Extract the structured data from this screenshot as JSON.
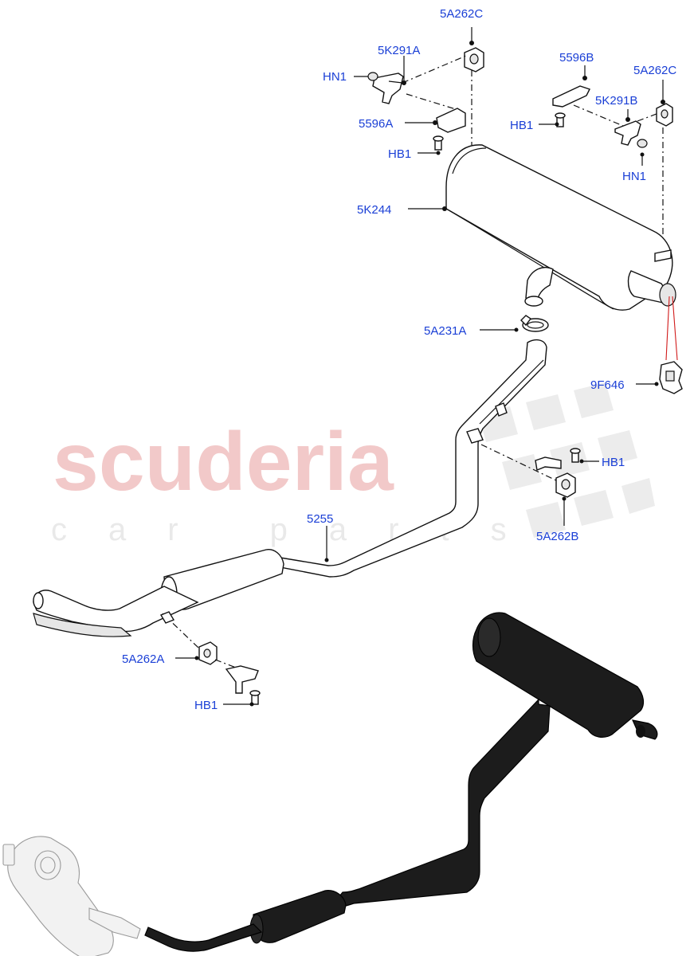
{
  "watermark": {
    "brand": "scuderia",
    "tagline": "car parts"
  },
  "callouts": {
    "c_5A262C_top": "5A262C",
    "c_5K291A": "5K291A",
    "c_HN1_left": "HN1",
    "c_5596A": "5596A",
    "c_HB1_top_left": "HB1",
    "c_5596B": "5596B",
    "c_5A262C_right": "5A262C",
    "c_5K291B": "5K291B",
    "c_HB1_top_right": "HB1",
    "c_HN1_right": "HN1",
    "c_5K244": "5K244",
    "c_5A231A": "5A231A",
    "c_9F646": "9F646",
    "c_HB1_mid": "HB1",
    "c_5A262B": "5A262B",
    "c_5255": "5255",
    "c_5A262A": "5A262A",
    "c_HB1_bottom": "HB1"
  },
  "colors": {
    "callout_text": "#1a3fd6",
    "leader_line": "#111111",
    "sensor_leader": "#d11a1a",
    "watermark_brand": "#f2c9c9",
    "watermark_tagline": "#e9e9e9",
    "overview_assembly": "#1c1c1c"
  },
  "icons": {
    "catalytic_converter": "catalytic-converter-icon",
    "overview_assembly": "exhaust-assembly-silhouette-icon"
  }
}
